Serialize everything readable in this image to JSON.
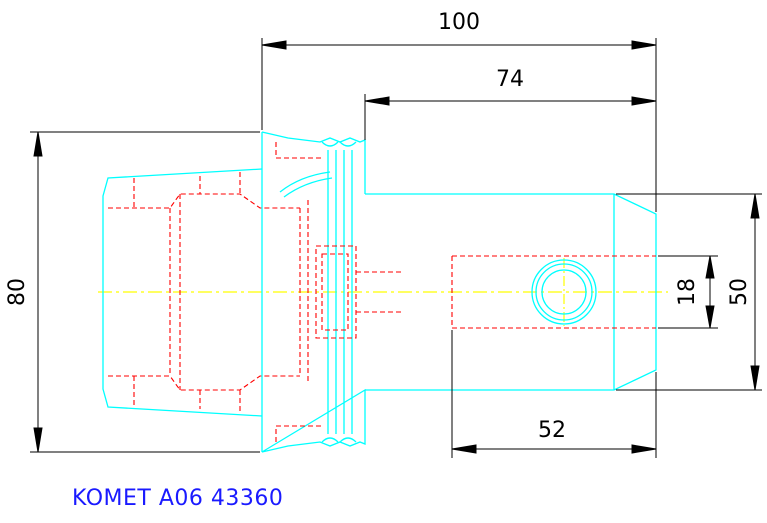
{
  "dimensions": {
    "overall_length": "100",
    "shank_length": "74",
    "bore_depth": "52",
    "flange_diameter": "80",
    "shank_diameter": "50",
    "bore_diameter": "18"
  },
  "part_label": "KOMET A06 43360",
  "colors": {
    "outline": "#00ffff",
    "hidden": "#ff0000",
    "centerline": "#ffff00",
    "dimension": "#000000",
    "label": "#1a1aff",
    "background": "#ffffff"
  }
}
